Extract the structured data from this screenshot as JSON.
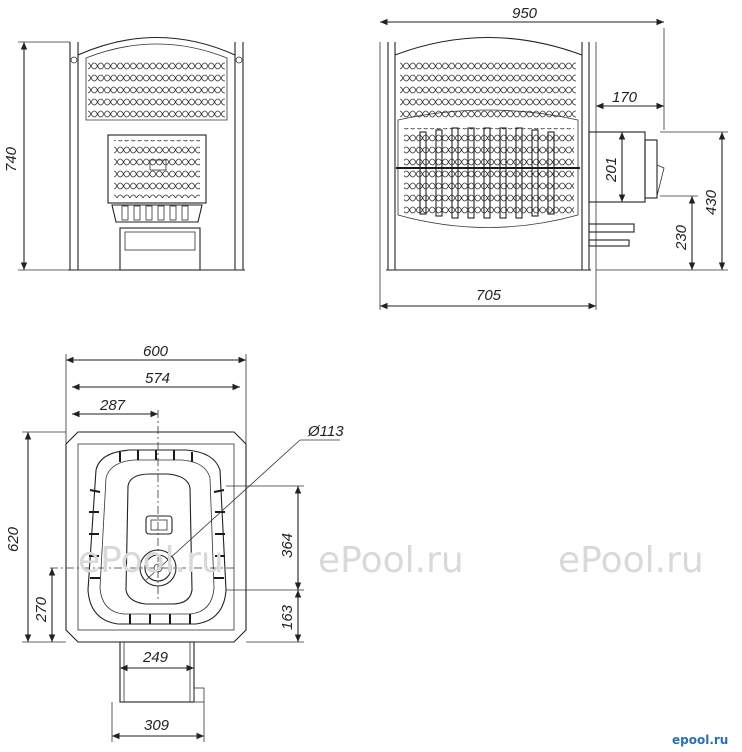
{
  "dimensions": {
    "front_height": "740",
    "side_width": "950",
    "side_depth_top": "170",
    "side_door_height": "201",
    "side_height_right": "430",
    "side_lower_height": "230",
    "side_body_width": "705",
    "top_width": "600",
    "top_inner_width": "574",
    "top_center_offset": "287",
    "top_pipe_diameter": "Ø113",
    "top_depth": "620",
    "top_center_y": "270",
    "top_right_span": "364",
    "top_right_lower": "163",
    "top_tunnel_inner": "249",
    "top_tunnel_outer": "309"
  },
  "watermark": [
    "ePool.ru",
    "ePool.ru",
    "ePool.ru"
  ],
  "brand": "epool.ru",
  "colors": {
    "ink": "#222222",
    "watermark": "#d9d9d9",
    "brand": "#2a6fb7"
  }
}
